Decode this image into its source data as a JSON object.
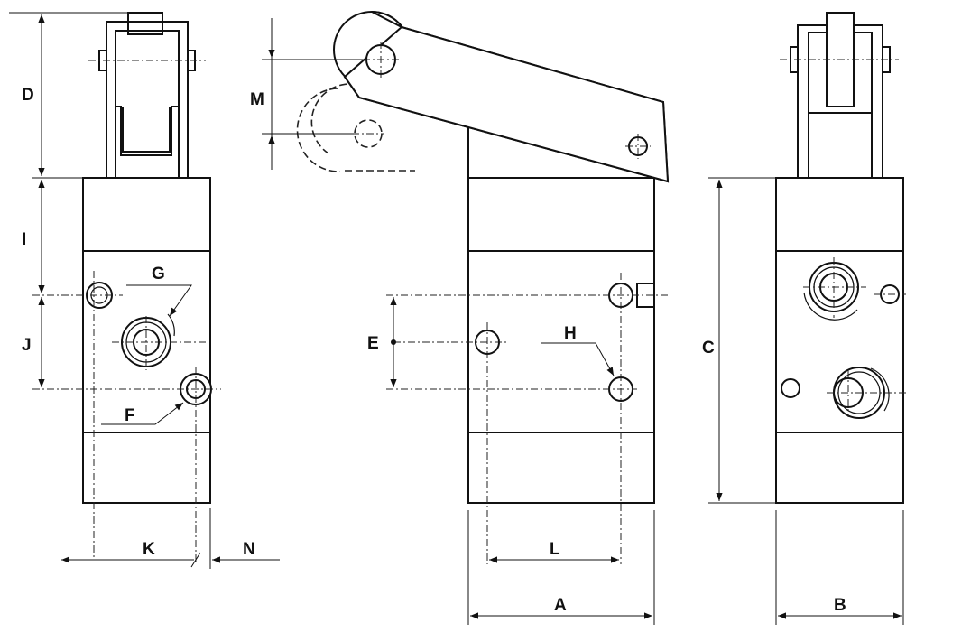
{
  "dimension_labels": {
    "A": "A",
    "B": "B",
    "C": "C",
    "D": "D",
    "E": "E",
    "F": "F",
    "G": "G",
    "H": "H",
    "I": "I",
    "J": "J",
    "K": "K",
    "L": "L",
    "M": "M",
    "N": "N"
  },
  "colors": {
    "line": "#111111",
    "background": "#ffffff"
  }
}
